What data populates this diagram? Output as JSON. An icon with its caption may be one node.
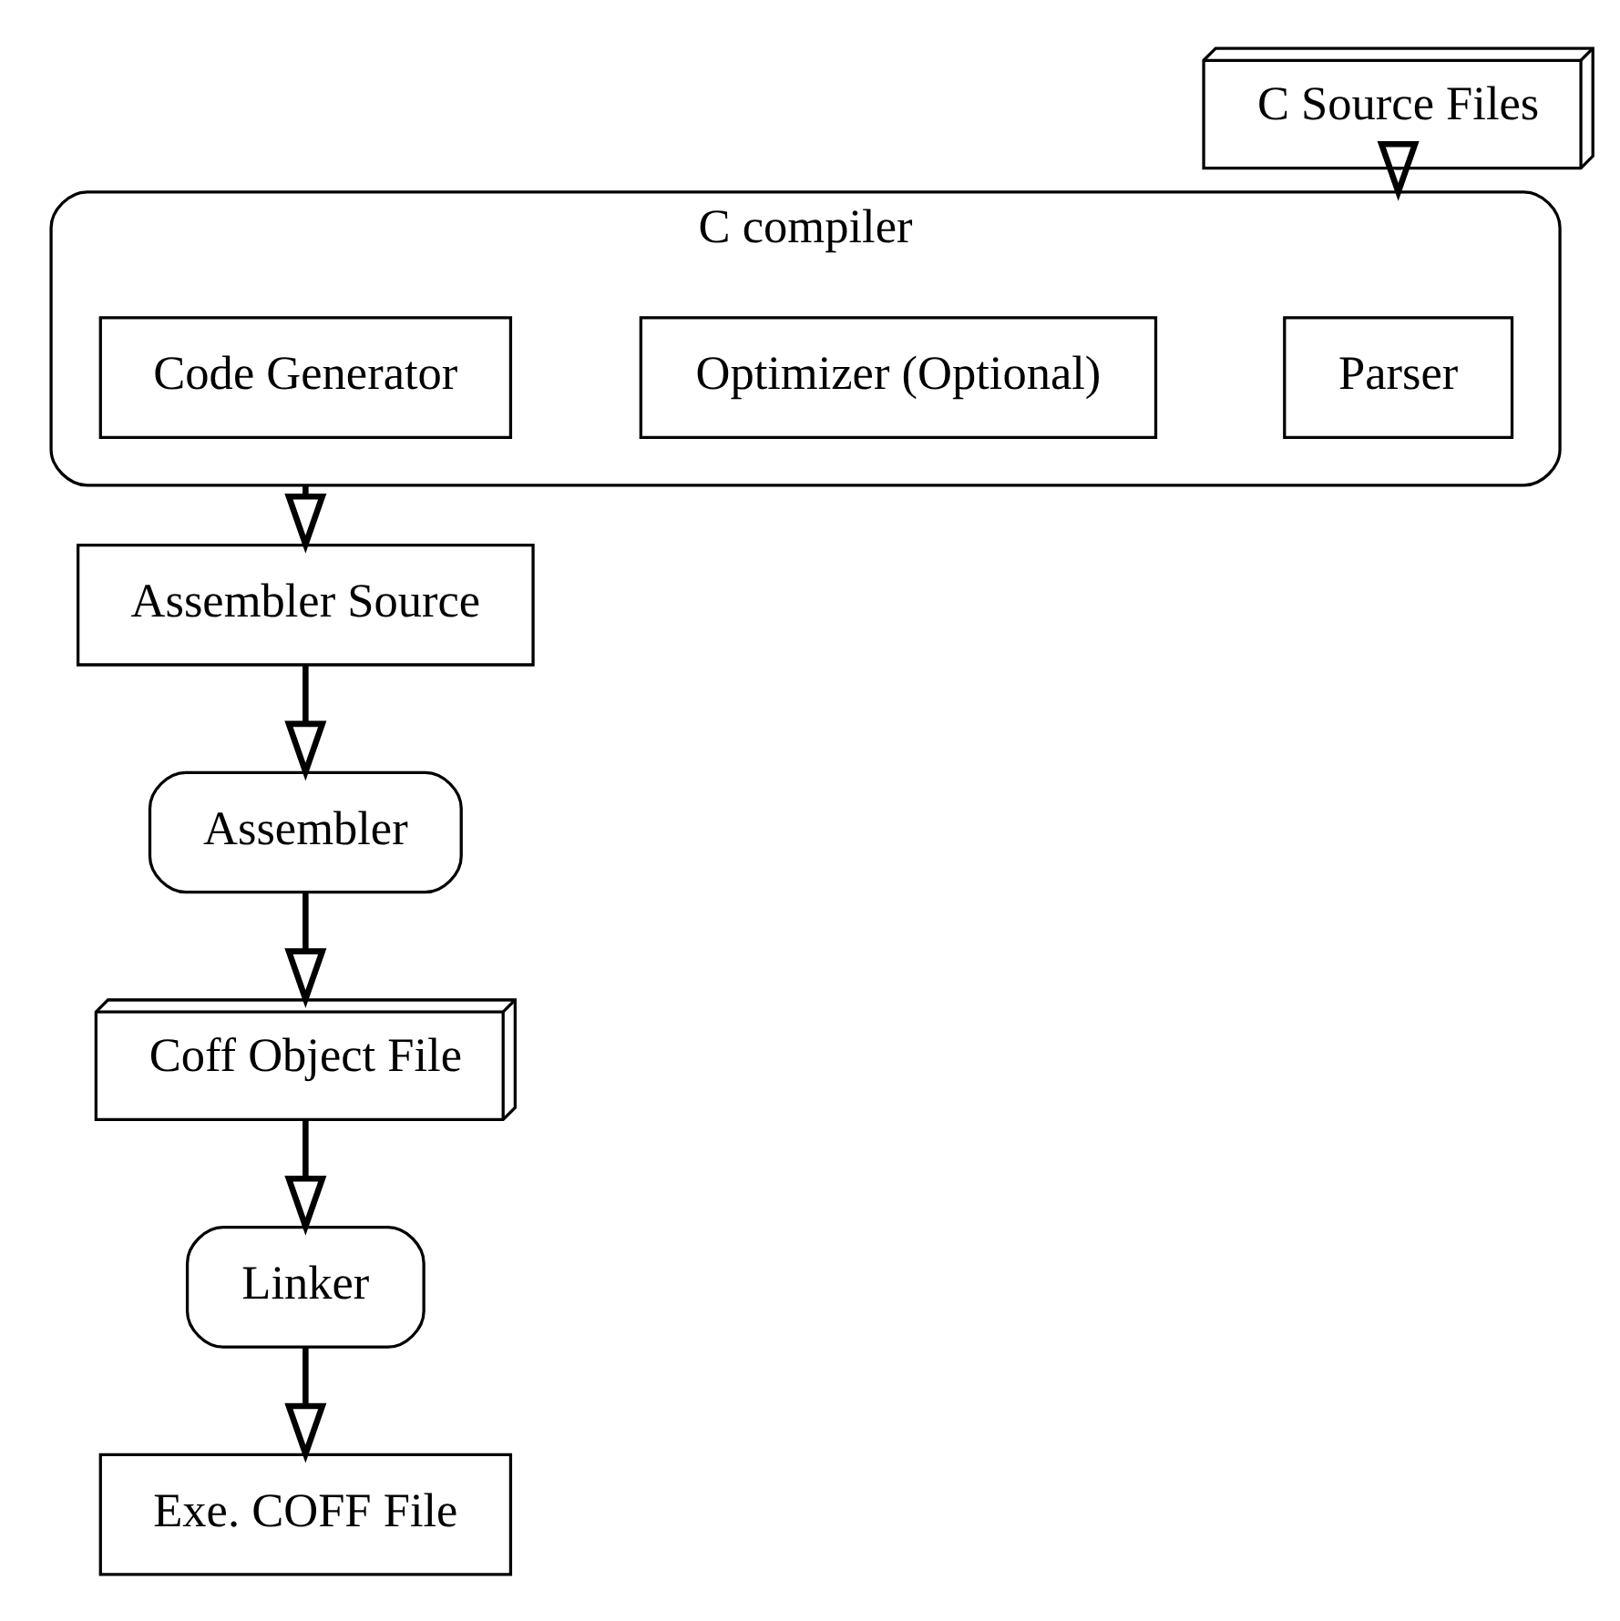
{
  "diagram": {
    "nodes": [
      {
        "text": [
          "C compiler"
        ]
      },
      {
        "text": [
          "Parser"
        ],
        "in": 0
      },
      {
        "text": [
          "Optimizer (Optional)"
        ],
        "in": 0
      },
      {
        "text": [
          "Code Generator"
        ],
        "in": 0
      },
      {
        "text": [
          "C Source Files"
        ]
      },
      {
        "text": [
          "Assembler Source"
        ]
      },
      {
        "text": [
          "Assembler"
        ]
      },
      {
        "text": [
          "Coff Object File"
        ]
      },
      {
        "text": [
          "Linker"
        ]
      },
      {
        "text": [
          "Exe. COFF File"
        ]
      }
    ],
    "edges": [
      {
        "from": 4,
        "to": 0,
        "arrow": "to"
      },
      {
        "from": 0,
        "to": 5,
        "arrow": "to"
      },
      {
        "from": 5,
        "to": 6,
        "arrow": "to"
      },
      {
        "from": 6,
        "to": 7,
        "arrow": "to"
      },
      {
        "from": 7,
        "to": 8,
        "arrow": "to"
      },
      {
        "from": 8,
        "to": 9,
        "arrow": "to"
      }
    ]
  }
}
